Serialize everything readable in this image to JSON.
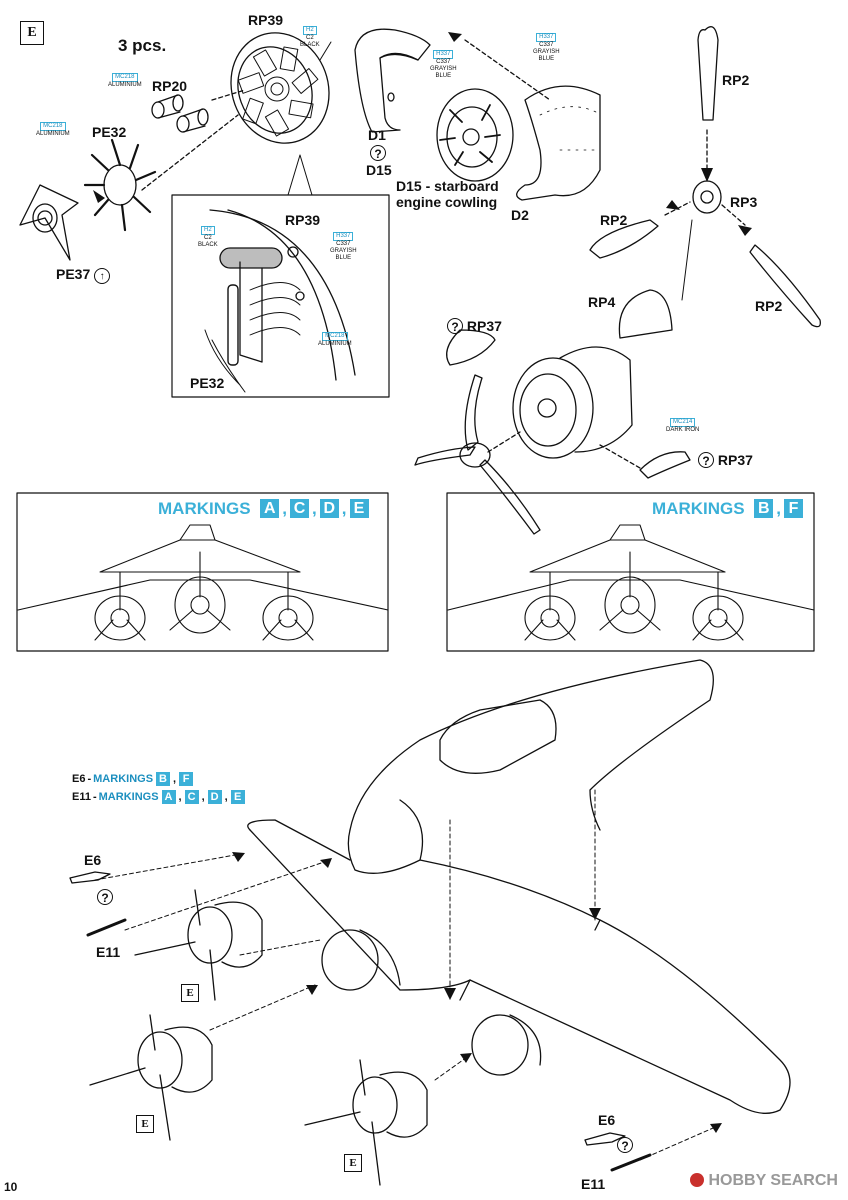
{
  "step": {
    "letter": "E"
  },
  "page_number": "10",
  "top_left": {
    "qty": "3 pcs.",
    "labels": {
      "rp39": "RP39",
      "rp20": "RP20",
      "pe32": "PE32",
      "pe37": "PE37"
    },
    "paint_black": {
      "code": "H2",
      "c": "C2",
      "name": "BLACK"
    },
    "paint_aluminium": {
      "code": "MC218",
      "name": "ALUMINIUM"
    },
    "paint_aluminium2": {
      "code": "MC218",
      "name": "ALUMINIUM"
    }
  },
  "detail": {
    "labels": {
      "rp39": "RP39",
      "pe32": "PE32"
    },
    "paint_black": {
      "code": "H2",
      "c": "C2",
      "name": "BLACK"
    },
    "paint_grayish": {
      "code": "H337",
      "c": "C337",
      "name1": "GRAYISH",
      "name2": "BLUE"
    },
    "paint_aluminium": {
      "code": "MC218",
      "name": "ALUMINIUM"
    }
  },
  "cowling": {
    "labels": {
      "d1": "D1",
      "d15": "D15",
      "d2": "D2"
    },
    "caption_line1": "D15 - starboard",
    "caption_line2": "engine cowling",
    "paint_inner": {
      "code": "H337",
      "c": "C337",
      "name1": "GRAYISH",
      "name2": "BLUE"
    },
    "paint_outer": {
      "code": "H337",
      "c": "C337",
      "name1": "GRAYISH",
      "name2": "BLUE"
    }
  },
  "propeller": {
    "labels": {
      "rp2a": "RP2",
      "rp3": "RP3",
      "rp2b": "RP2",
      "rp4": "RP4",
      "rp2c": "RP2"
    }
  },
  "engine_assembly": {
    "labels": {
      "rp37a": "RP37",
      "rp37b": "RP37"
    },
    "paint_iron": {
      "code": "MC214",
      "name": "DARK IRON"
    }
  },
  "markings_left": {
    "prefix": "MARKINGS",
    "letters": [
      "A",
      "C",
      "D",
      "E"
    ]
  },
  "markings_right": {
    "prefix": "MARKINGS",
    "letters": [
      "B",
      "F"
    ]
  },
  "bottom": {
    "note_e6": {
      "part": "E6",
      "sep": " - ",
      "prefix": "MARKINGS",
      "letters": [
        "B",
        "F"
      ]
    },
    "note_e11": {
      "part": "E11",
      "sep": " - ",
      "prefix": "MARKINGS",
      "letters": [
        "A",
        "C",
        "D",
        "E"
      ]
    },
    "labels": {
      "e6a": "E6",
      "e11a": "E11",
      "e6b": "E6",
      "e11b": "E11"
    },
    "sub_steps": [
      "E",
      "E",
      "E"
    ]
  },
  "watermark": "HOBBY SEARCH",
  "colors": {
    "accent": "#3bb0d8",
    "ink": "#111111"
  }
}
